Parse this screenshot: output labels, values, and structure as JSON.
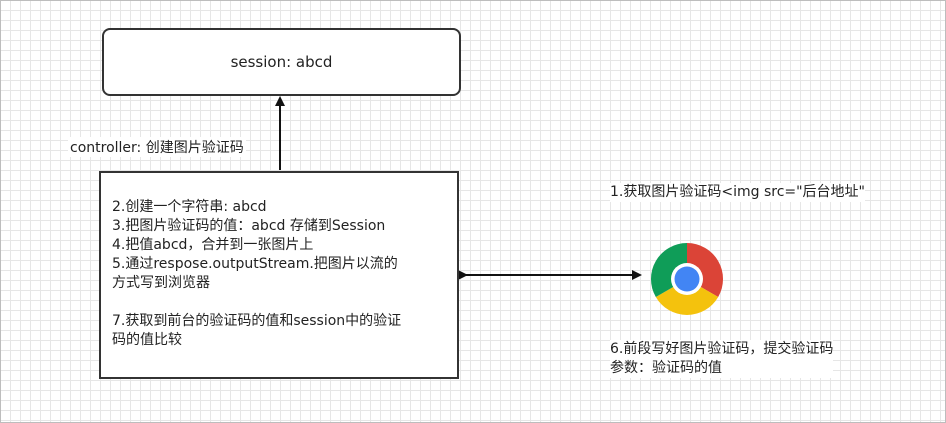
{
  "session_box": {
    "label": "session: abcd"
  },
  "controller_label": "controller: 创建图片验证码",
  "main_box": {
    "lines_group1": [
      "2.创建一个字符串: abcd",
      "3.把图片验证码的值：abcd 存储到Session",
      "4.把值abcd，合并到一张图片上",
      "5.通过respose.outputStream.把图片以流的",
      "方式写到浏览器"
    ],
    "lines_group2": [
      "7.获取到前台的验证码的值和session中的验证",
      "码的值比较"
    ]
  },
  "browser_top_label": "1.获取图片验证码<img src=\"后台地址\"",
  "browser_bottom_label": {
    "line1": "6.前段写好图片验证码，提交验证码",
    "line2": "参数：验证码的值"
  },
  "browser_icon": "chrome-icon",
  "colors": {
    "chrome_red": "#db4437",
    "chrome_yellow": "#f4c20d",
    "chrome_green": "#0f9d58",
    "chrome_blue": "#4285f4"
  }
}
